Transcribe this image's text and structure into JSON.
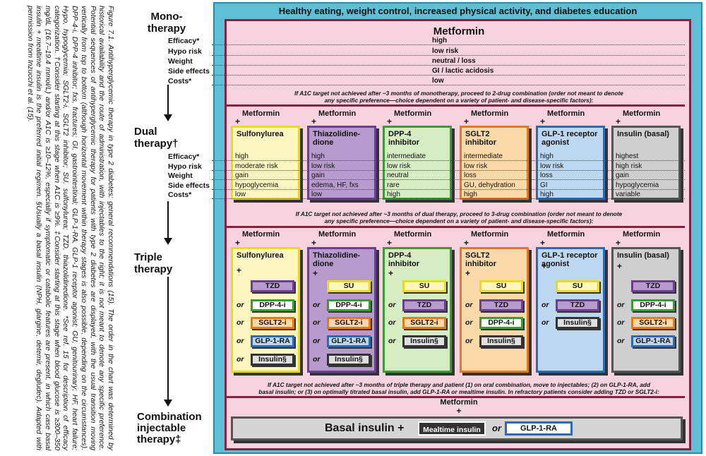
{
  "caption": "Figure 7.1. Antihyperglycemic therapy in type 2 diabetes: general recommendations (15). The order in the chart was determined by historical availability and the route of administration, with injectables to the right; it is not meant to denote any specific preference. Potential sequences of antihyperglycemic therapy for patients with type 2 diabetes are displayed, with the usual transition moving vertically from top to bottom (although horizontal movement within therapy stages is also possible, depending on the circumstances). DPP-4-i, DPP-4 inhibitor; fxs, fractures; GI, gastrointestinal; GLP-1-RA, GLP-1 receptor agonist; GU, genitourinary; HF, heart failure; Hypo, hypoglycemia; SGLT2-i, SGLT2 inhibitor; SU, sulfonylurea; TZD, thiazolidinedione. *See ref. 15 for description of efficacy categorization. †Consider starting at this stage when A1C is ≥9%. ‡Consider starting at this stage when blood glucose is ≥300–350 mg/dL (16.7–19.4 mmol/L) and/or A1C is ≥10–12%, especially if symptomatic or catabolic features are present, in which case basal insulin + mealtime insulin is the preferred initial regimen. §Usually a basal insulin (NPH, glargine, detemir, degludec). Adapted with permission from Inzucchi et al. (15).",
  "stages": {
    "mono": [
      "Mono-",
      "therapy"
    ],
    "dual": [
      "Dual",
      "therapy†"
    ],
    "triple": [
      "Triple",
      "therapy"
    ],
    "combo": [
      "Combination",
      "injectable",
      "therapy‡"
    ]
  },
  "row_labels": [
    "Efficacy*",
    "Hypo risk",
    "Weight",
    "Side effects",
    "Costs*"
  ],
  "header": "Healthy eating, weight control, increased physical activity, and diabetes education",
  "mono": {
    "title": "Metformin",
    "values": [
      "high",
      "low risk",
      "neutral / loss",
      "GI / lactic acidosis",
      "low"
    ]
  },
  "note1": [
    "If A1C target not achieved after ~3 months of monotherapy, proceed to 2-drug combination (order not meant to denote",
    "any specific preference—choice dependent on a variety of patient- and disease-specific factors):"
  ],
  "metformin_label": "Metformin",
  "plus": "+",
  "dual": [
    {
      "name": "Sulfonylurea",
      "values": [
        "high",
        "moderate risk",
        "gain",
        "hypoglycemia",
        "low"
      ]
    },
    {
      "name": "Thiazolidine-\ndione",
      "values": [
        "high",
        "low risk",
        "gain",
        "edema, HF, fxs",
        "low"
      ]
    },
    {
      "name": "DPP-4\ninhibitor",
      "values": [
        "intermediate",
        "low risk",
        "neutral",
        "rare",
        "high"
      ]
    },
    {
      "name": "SGLT2\ninhibitor",
      "values": [
        "intermediate",
        "low risk",
        "loss",
        "GU, dehydration",
        "high"
      ]
    },
    {
      "name": "GLP-1 receptor\nagonist",
      "values": [
        "high",
        "low risk",
        "loss",
        "GI",
        "high"
      ]
    },
    {
      "name": "Insulin (basal)",
      "values": [
        "highest",
        "high risk",
        "gain",
        "hypoglycemia",
        "variable"
      ]
    }
  ],
  "note2": [
    "If A1C target not achieved after ~3 months of dual therapy, proceed to 3-drug combination (order not meant to denote",
    "any specific preference—choice dependent on a variety of patient- and disease-specific factors):"
  ],
  "or_label": "or",
  "triple": [
    {
      "name": "Sulfonylurea",
      "options": [
        "TZD",
        "DPP-4-i",
        "SGLT2-i",
        "GLP-1-RA",
        "Insulin§"
      ]
    },
    {
      "name": "Thiazolidine-\ndione",
      "options": [
        "SU",
        "DPP-4-i",
        "SGLT2-i",
        "GLP-1-RA",
        "Insulin§"
      ]
    },
    {
      "name": "DPP-4\ninhibitor",
      "options": [
        "SU",
        "TZD",
        "SGLT2-i",
        "Insulin§"
      ]
    },
    {
      "name": "SGLT2\ninhibitor",
      "options": [
        "SU",
        "TZD",
        "DPP-4-i",
        "Insulin§"
      ]
    },
    {
      "name": "GLP-1 receptor\nagonist",
      "options": [
        "SU",
        "TZD",
        "Insulin§"
      ]
    },
    {
      "name": "Insulin (basal)",
      "options": [
        "TZD",
        "DPP-4-i",
        "SGLT2-i",
        "GLP-1-RA"
      ]
    }
  ],
  "note3": [
    "If A1C target not achieved after ~3 months of triple therapy and patient (1) on oral combination, move to injectables; (2) on GLP-1-RA, add",
    "basal insulin; or (3) on optimally titrated basal insulin, add GLP-1-RA or mealtime insulin. In refractory patients consider adding TZD or SGLT2-i:"
  ],
  "combo": {
    "basal": "Basal insulin +",
    "mealtime": "Mealtime insulin",
    "or": "or",
    "glp": "GLP-1-RA"
  },
  "colors": {
    "outer": "#5fbfd6",
    "inner": "#f7d3df",
    "maroon": "#8a2040",
    "su_bg": "#fdf6c0",
    "su_border": "#e8dc1a",
    "tzd_bg": "#b69bcc",
    "tzd_border": "#6a3f8c",
    "dpp_bg": "#d6ecc2",
    "dpp_border": "#3a9a3a",
    "sglt_bg": "#fbd9a8",
    "sglt_border": "#e07a1a",
    "glp_bg": "#bcd7ef",
    "glp_border": "#2f6ab0",
    "ins_bg": "#cfcfcf",
    "ins_border": "#555555"
  }
}
